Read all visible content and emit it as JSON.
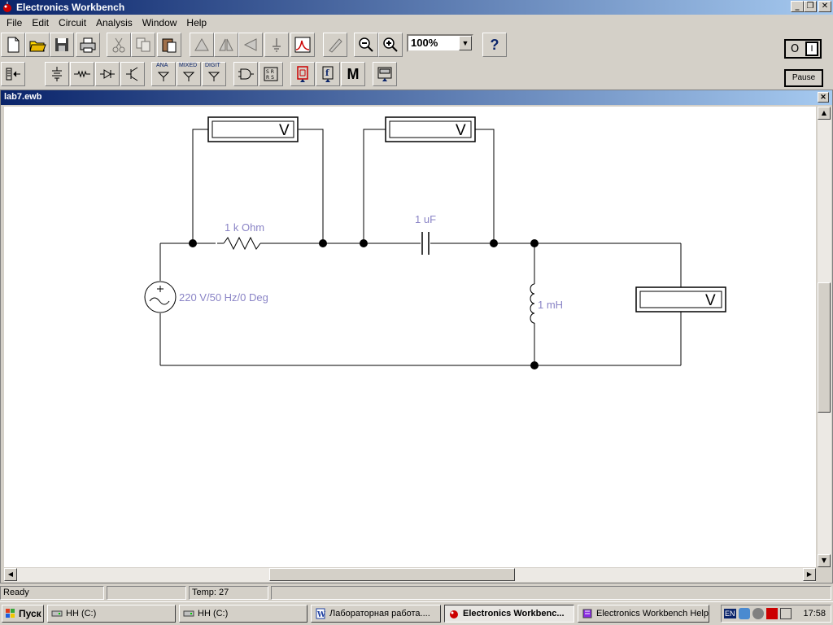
{
  "window": {
    "title": "Electronics Workbench"
  },
  "menu": [
    "File",
    "Edit",
    "Circuit",
    "Analysis",
    "Window",
    "Help"
  ],
  "toolbar": {
    "zoom_value": "100%",
    "help_label": "?",
    "power_off": "O",
    "power_on": "I",
    "pause_label": "Pause"
  },
  "parts_bin": {
    "analog_label": "ANA",
    "mixed_label": "MIXED",
    "digital_label": "DIGIT",
    "misc_label": "M"
  },
  "document": {
    "title": "lab7.ewb"
  },
  "circuit": {
    "source_label": "220 V/50 Hz/0 Deg",
    "resistor_label": "1 k Ohm",
    "capacitor_label": "1 uF",
    "inductor_label": "1 mH",
    "voltmeter_label": "V"
  },
  "status": {
    "ready": "Ready",
    "temp": "Temp:  27"
  },
  "taskbar": {
    "start": "Пуск",
    "tasks": [
      "HH (C:)",
      "HH (C:)",
      "Лабораторная работа....",
      "Electronics Workbenc...",
      "Electronics Workbench Help"
    ],
    "lang": "EN",
    "clock": "17:58"
  }
}
